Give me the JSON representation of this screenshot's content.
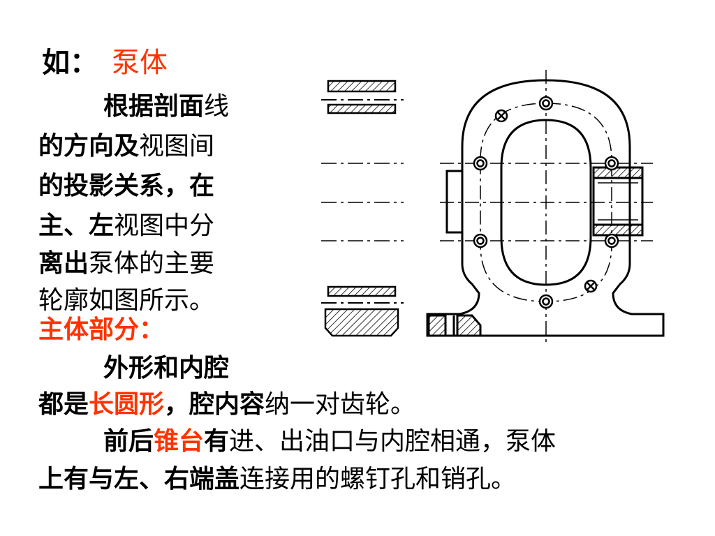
{
  "title": {
    "prefix": "如：",
    "subject": "泵体"
  },
  "para1": {
    "lines": [
      {
        "b": "根据剖面",
        "n": "线"
      },
      {
        "b": "的方向及",
        "n": "视图间"
      },
      {
        "b": "的投影关系，在",
        "n": ""
      },
      {
        "b": "主、左",
        "n": "视图中分"
      },
      {
        "b": "离出",
        "n": "泵体的主要"
      },
      {
        "b": "",
        "n": "轮廓如图所示。"
      }
    ]
  },
  "section_heading": "主体部分：",
  "para2": {
    "line1": "外形和内腔",
    "line2": {
      "b1": "都是",
      "red": "长圆形",
      "b2": "，腔内容",
      "n": "纳一对齿轮。"
    }
  },
  "para3": {
    "line1": {
      "b1": "前后",
      "red": "锥台",
      "b2": "有",
      "n": "进、出油口与内腔相通，泵体"
    },
    "line2": {
      "b": "上有与左、右端盖",
      "n": "连接用的螺钉孔和销孔。"
    }
  },
  "colors": {
    "accent": "#ff3300",
    "text": "#000000",
    "background": "#ffffff"
  }
}
